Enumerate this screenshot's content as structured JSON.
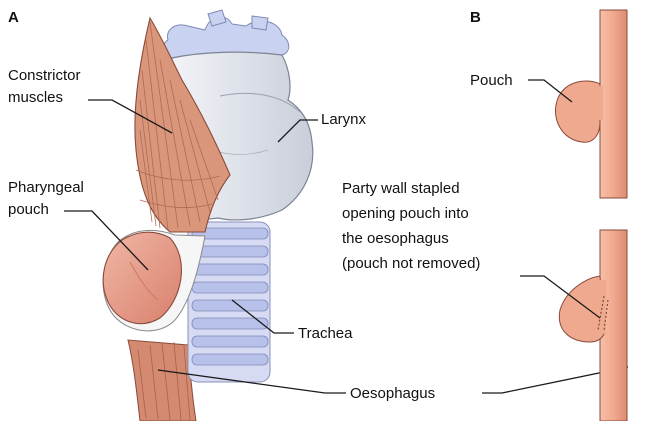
{
  "panels": {
    "a": "A",
    "b": "B"
  },
  "labels": {
    "constrictor": [
      "Constrictor",
      "muscles"
    ],
    "pharyngeal": [
      "Pharyngeal",
      "pouch"
    ],
    "larynx": "Larynx",
    "trachea": "Trachea",
    "oesophagus": "Oesophagus",
    "pouch": "Pouch",
    "party_wall": [
      "Party wall stapled",
      "opening pouch into",
      "the oesophagus",
      "(pouch not removed)"
    ]
  },
  "colors": {
    "muscle": "#d9967a",
    "muscle_dark": "#b86d55",
    "pouch": "#e8a090",
    "oesophagus_tube": "#efa98f",
    "cartilage": "#d7dce6",
    "cartilage_shadow": "#b8bfd0",
    "hyoid_blue": "#c9d2f0",
    "trachea_ring": "#b7c0ea",
    "outline": "#8a4a3a"
  }
}
